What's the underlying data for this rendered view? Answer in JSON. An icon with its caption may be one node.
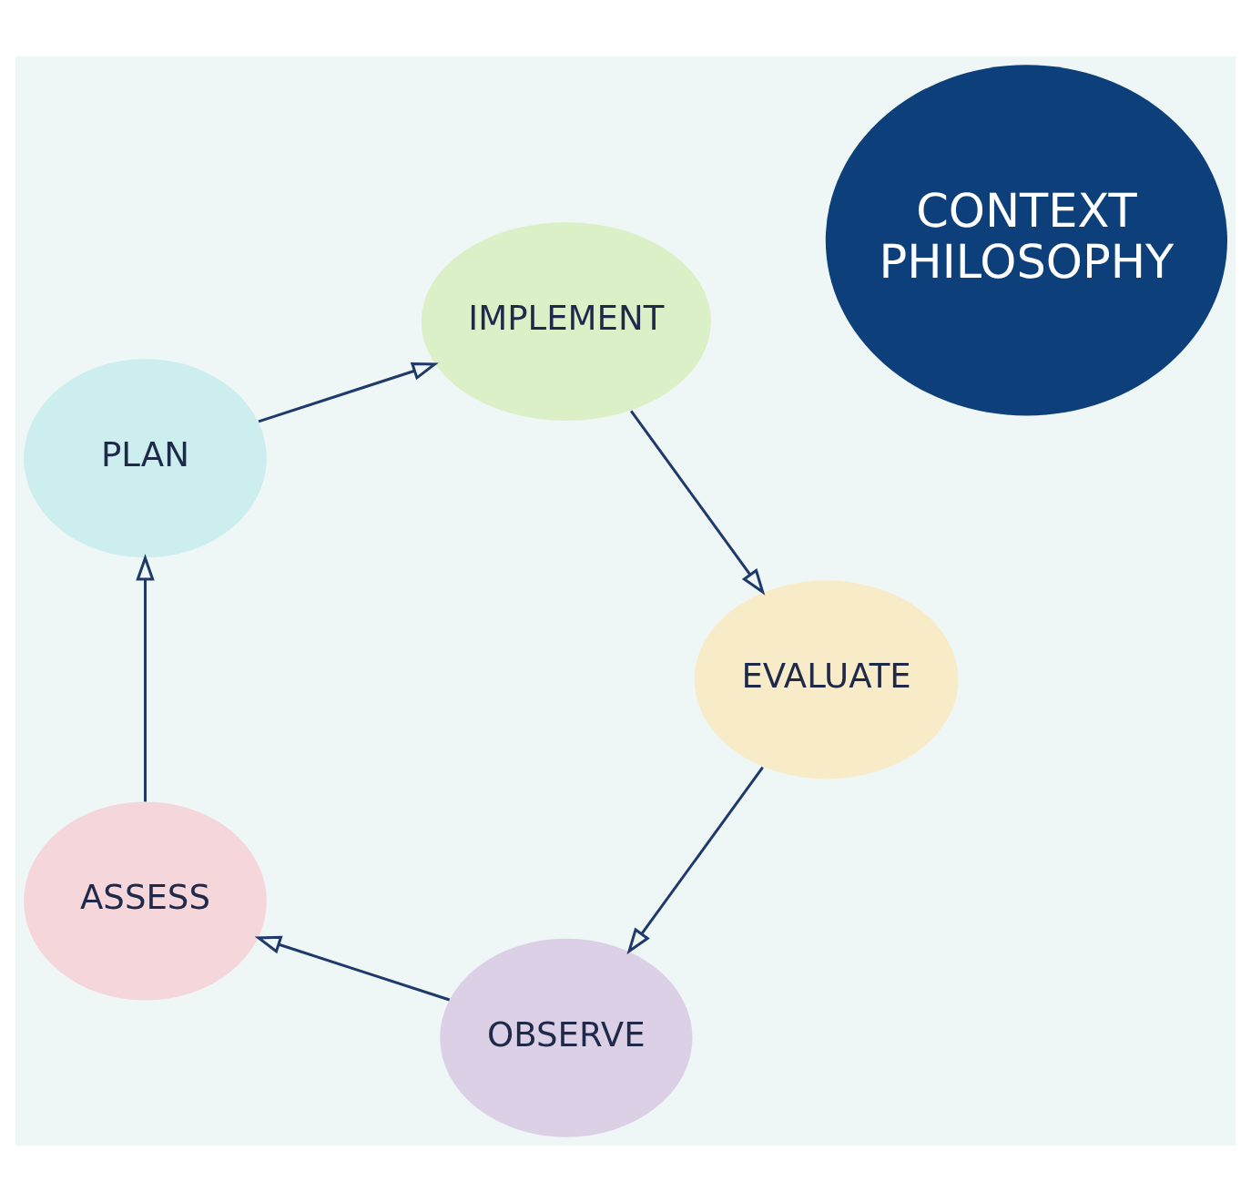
{
  "diagram": {
    "nodes": [
      {
        "text": [
          "OBSERVE"
        ]
      },
      {
        "text": [
          "ASSESS"
        ]
      },
      {
        "text": [
          "PLAN"
        ]
      },
      {
        "text": [
          "IMPLEMENT"
        ]
      },
      {
        "text": [
          "EVALUATE"
        ]
      },
      {
        "text": [
          "CONTEXT",
          "PHILOSOPHY"
        ]
      }
    ],
    "edges": [
      {
        "from": 0,
        "to": 1,
        "arrow": "to"
      },
      {
        "from": 1,
        "to": 2,
        "arrow": "to"
      },
      {
        "from": 2,
        "to": 3,
        "arrow": "to"
      },
      {
        "from": 3,
        "to": 4,
        "arrow": "to"
      },
      {
        "from": 4,
        "to": 0,
        "arrow": "to"
      }
    ]
  }
}
